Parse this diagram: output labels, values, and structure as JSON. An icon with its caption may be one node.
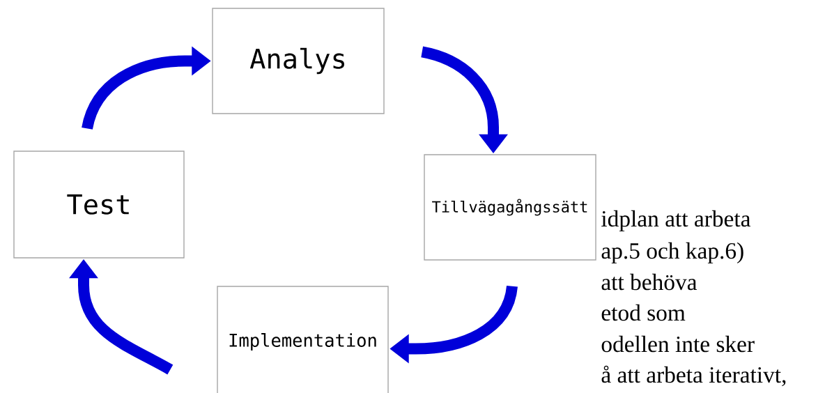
{
  "diagram": {
    "nodes": [
      {
        "text": [
          "Analys"
        ]
      },
      {
        "text": [
          "Tillvägagångssätt"
        ]
      },
      {
        "text": [
          "Implementation"
        ]
      },
      {
        "text": [
          "Test"
        ]
      }
    ],
    "edges": [
      {
        "from": 0,
        "to": 1,
        "arrow": "to"
      },
      {
        "from": 1,
        "to": 2,
        "arrow": "to"
      },
      {
        "from": 2,
        "to": 3,
        "arrow": "to"
      },
      {
        "from": 3,
        "to": 0,
        "arrow": "to"
      }
    ],
    "labels": [
      "idplan att arbeta",
      "ap.5 och kap.6)",
      "att behöva",
      "etod som",
      "odellen inte sker",
      "å att arbeta iterativt,"
    ]
  }
}
